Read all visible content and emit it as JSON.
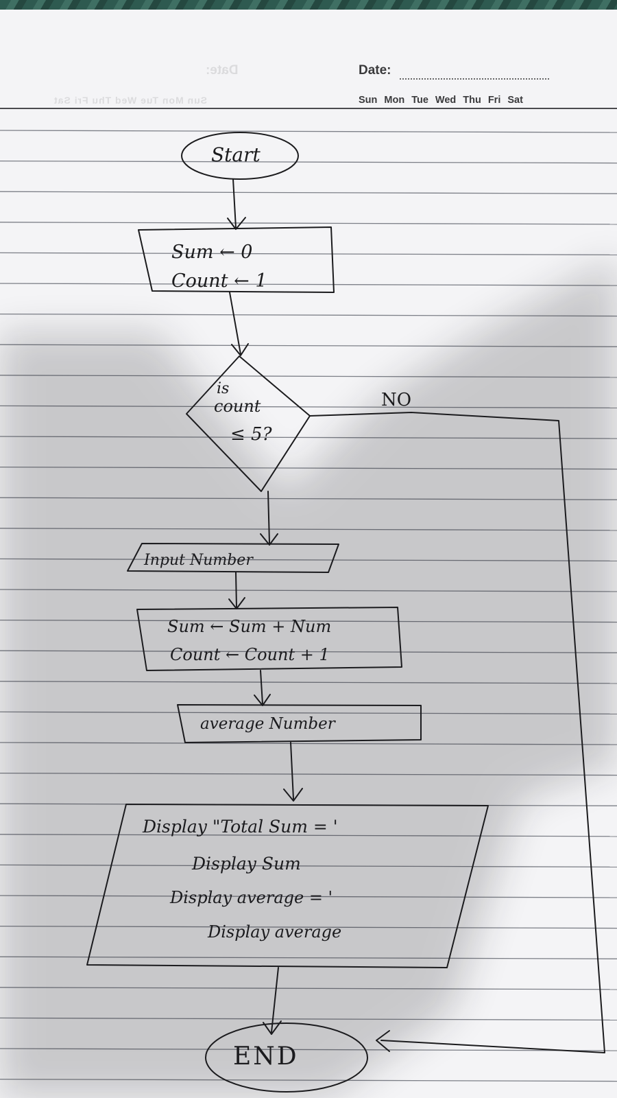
{
  "notebook": {
    "date_label": "Date:",
    "days": [
      "Sun",
      "Mon",
      "Tue",
      "Wed",
      "Thu",
      "Fri",
      "Sat"
    ]
  },
  "flowchart": {
    "start": "Start",
    "init": [
      "Sum ← 0",
      "Count ← 1"
    ],
    "decision": [
      "is",
      "count",
      "≤ 5?"
    ],
    "no_label": "NO",
    "input": "Input Number",
    "update": [
      "Sum ← Sum + Num",
      "Count ← Count + 1"
    ],
    "average": "average Number",
    "display": [
      "Display \"Total Sum = '",
      "Display Sum",
      "Display average = '",
      "Display average"
    ],
    "end": "END"
  },
  "colors": {
    "ink": "#1b1b1d",
    "paper": "#f4f4f6",
    "rule": "#7c7f87",
    "header_text": "#3a3a3c"
  }
}
